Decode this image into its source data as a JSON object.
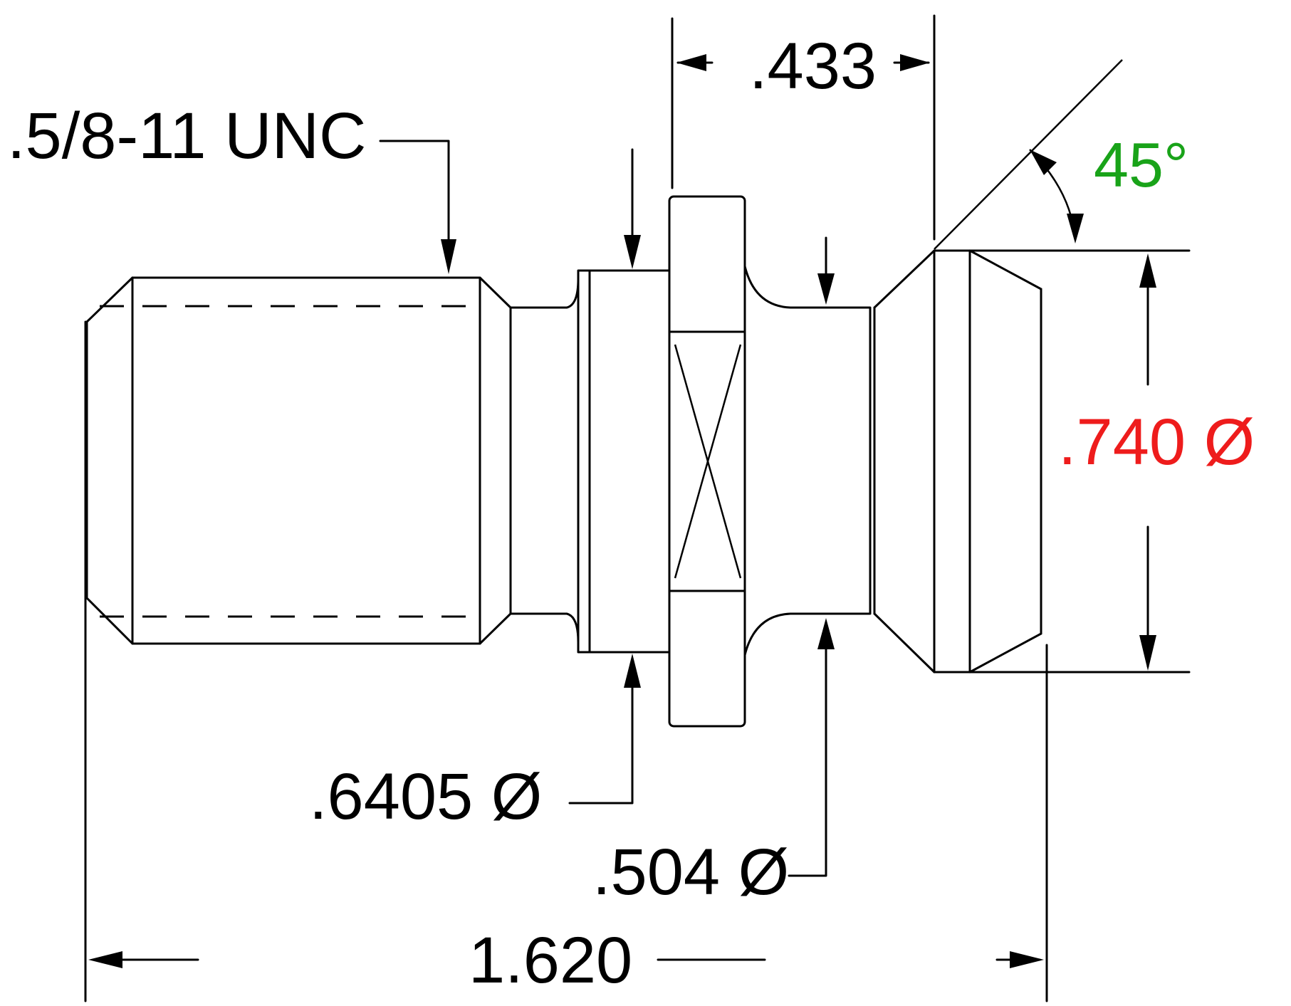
{
  "callouts": {
    "thread": ".5/8-11 UNC",
    "length_top": ".433",
    "angle": "45°",
    "diameter_head": ".740 Ø",
    "diameter_collar": ".6405 Ø",
    "diameter_neck": ".504 Ø",
    "overall_length": "1.620"
  },
  "colors": {
    "line": "#000000",
    "angle_text": "#19a319",
    "diameter_head_text": "#ee1c1c",
    "background": "#ffffff"
  }
}
